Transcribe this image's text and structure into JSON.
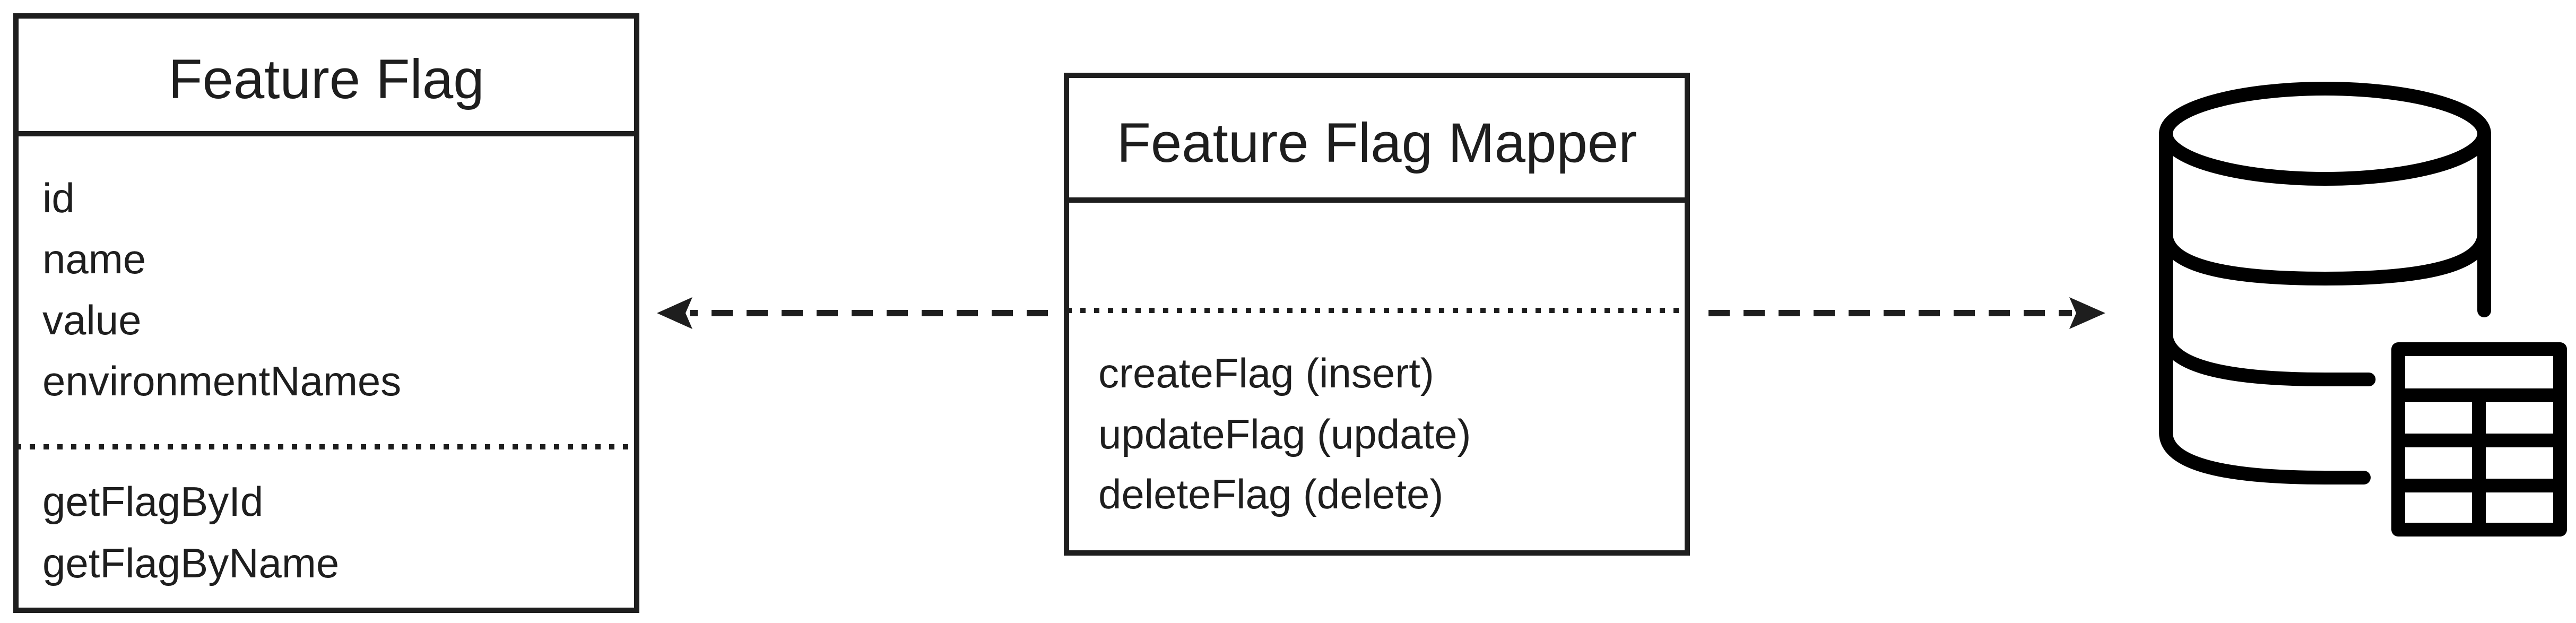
{
  "feature_flag": {
    "title": "Feature Flag",
    "attributes": [
      "id",
      "name",
      "value",
      "environmentNames"
    ],
    "methods": [
      "getFlagById",
      "getFlagByName"
    ]
  },
  "feature_flag_mapper": {
    "title": "Feature Flag Mapper",
    "attributes": [],
    "methods": [
      "createFlag (insert)",
      "updateFlag (update)",
      "deleteFlag (delete)"
    ]
  },
  "database": {
    "icon": "database-table-icon"
  },
  "relations": [
    {
      "from": "feature_flag_mapper",
      "to": "feature_flag",
      "style": "dashed"
    },
    {
      "from": "feature_flag_mapper",
      "to": "database",
      "style": "dashed"
    }
  ]
}
